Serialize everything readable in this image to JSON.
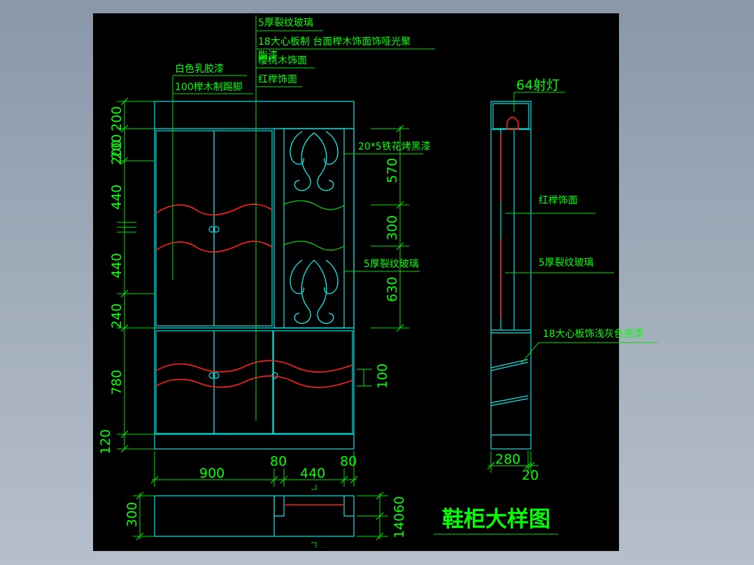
{
  "colors": {
    "background": "#000000",
    "outline": "#00ffff",
    "dimension": "#00ff00",
    "accent": "#ff2020",
    "titleUnderline": "#00ff00"
  },
  "title": "鞋柜大样图",
  "annotations": {
    "glass_5mm_top": "5厚裂纹玻璃",
    "board_18_line1": "18大心板制 台面榉木饰面饰哑光聚",
    "board_18_line2": "酯漆",
    "cherry_veneer": "樱桃木饰面",
    "red_beech": "红榉饰面",
    "white_latex": "白色乳胶漆",
    "kick_100": "100榉木制踢脚",
    "iron_flower": "20*5铁花烤黑漆",
    "glass_5mm_mid": "5厚裂纹玻璃",
    "spotlight": "64射灯",
    "side_red_beech": "红榉饰面",
    "side_glass": "5厚裂纹玻璃",
    "side_board": "18大心板饰浅灰色瓷漆"
  },
  "dimensions": {
    "left": [
      "200",
      "200",
      "200",
      "440",
      "440",
      "240",
      "780",
      "120"
    ],
    "right": [
      "570",
      "300",
      "630",
      "100"
    ],
    "bottom": [
      "900",
      "80",
      "440",
      "80"
    ],
    "side_bottom": [
      "280",
      "20"
    ],
    "plan_left": "300",
    "plan_right": "14060"
  }
}
